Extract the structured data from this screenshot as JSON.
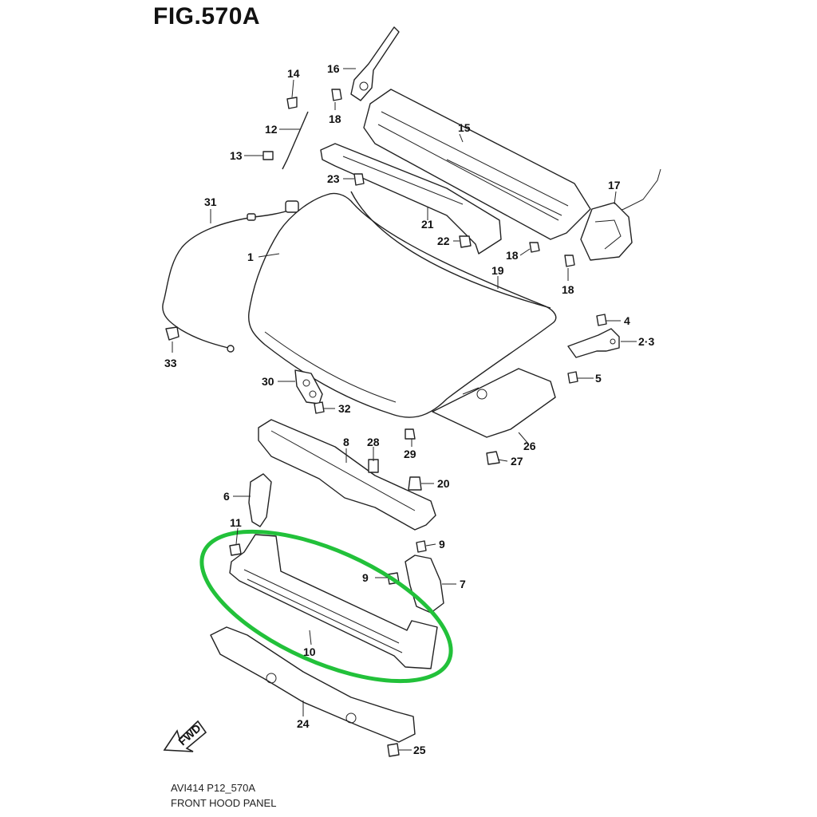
{
  "figure": {
    "title": "FIG.570A",
    "code": "AVI414 P12_570A",
    "caption": "FRONT HOOD PANEL",
    "direction_label": "FWD"
  },
  "colors": {
    "line": "#222222",
    "highlight": "#22c13a",
    "background": "#ffffff"
  },
  "callouts": {
    "p1": "1",
    "p23": "2·3",
    "p4": "4",
    "p5": "5",
    "p6": "6",
    "p7": "7",
    "p8": "8",
    "p9a": "9",
    "p9b": "9",
    "p10": "10",
    "p11": "11",
    "p12": "12",
    "p13": "13",
    "p14": "14",
    "p15": "15",
    "p16": "16",
    "p17": "17",
    "p18a": "18",
    "p18b": "18",
    "p18c": "18",
    "p19": "19",
    "p20": "20",
    "p21": "21",
    "p22": "22",
    "p23b": "23",
    "p24": "24",
    "p25": "25",
    "p26": "26",
    "p27": "27",
    "p28": "28",
    "p29": "29",
    "p30": "30",
    "p31": "31",
    "p32": "32",
    "p33": "33"
  },
  "highlighted_part": "10"
}
